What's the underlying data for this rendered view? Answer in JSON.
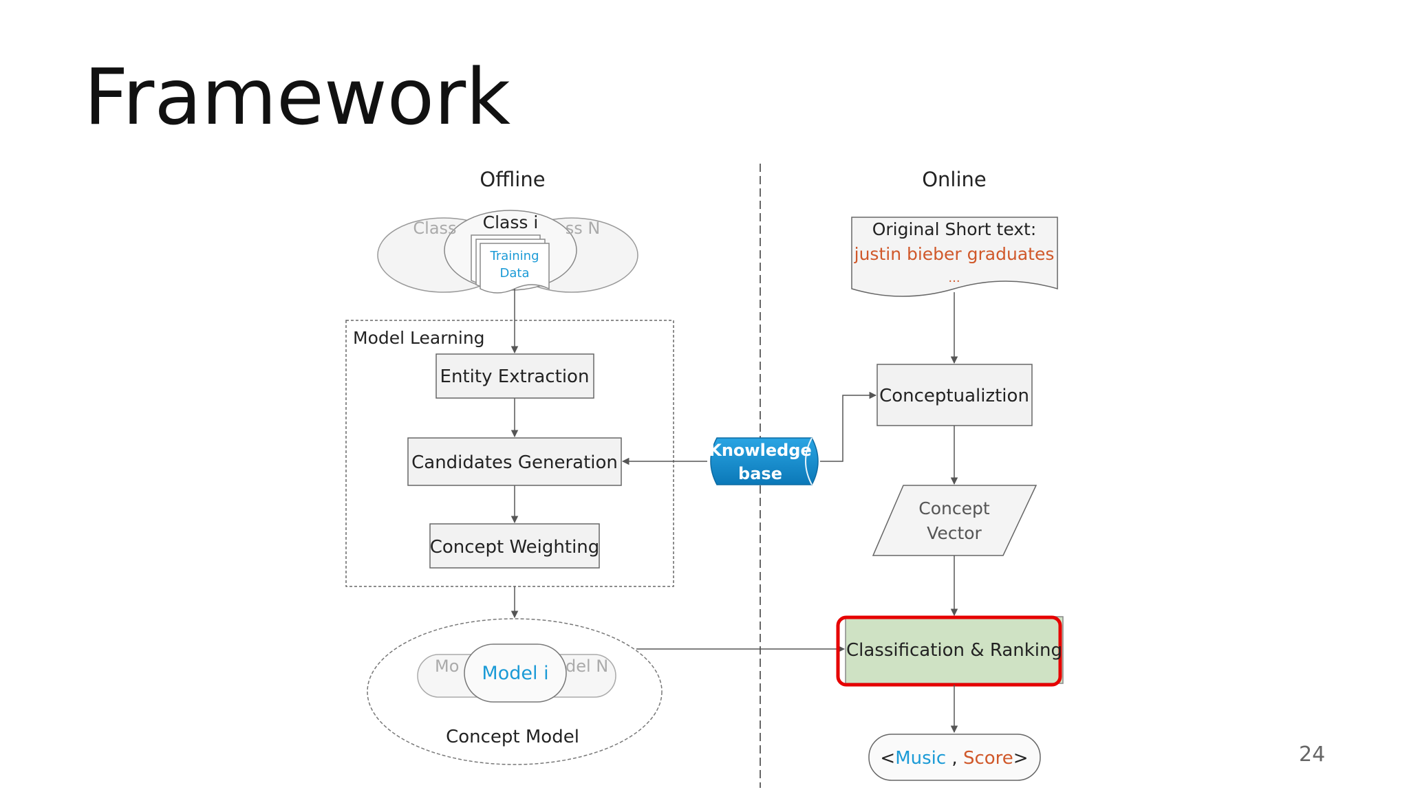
{
  "slide": {
    "title": "Framework",
    "page_number": "24"
  },
  "diagram": {
    "offline_label": "Offline",
    "online_label": "Online",
    "class_left_label": "Class",
    "class_right_label": "ss N",
    "class_i_label": "Class i",
    "training_data": [
      "Training",
      "Data"
    ],
    "model_learning_label": "Model Learning",
    "entity_extraction": "Entity Extraction",
    "candidates_generation": "Candidates Generation",
    "concept_weighting": "Concept Weighting",
    "model_left_label": "Mo",
    "model_right_label": "del N",
    "model_i_label": "Model i",
    "concept_model_label": "Concept Model",
    "knowledge_base": [
      "Knowledge",
      "base"
    ],
    "original_short_text_label": "Original Short text:",
    "short_text_example": "justin bieber graduates",
    "ellipsis": "...",
    "conceptualization": "Conceptualiztion",
    "concept_vector": [
      "Concept",
      "Vector"
    ],
    "classification_ranking": "Classification & Ranking",
    "output": {
      "open": "<",
      "music": "Music",
      "sep": " , ",
      "score": "Score",
      "close": ">"
    }
  },
  "colors": {
    "accent_blue": "#1a9ad6",
    "accent_orange": "#d0582a",
    "highlight_red": "#e60000",
    "classification_fill": "#cfe2c4",
    "knowledge_base_fill": "#1289cc"
  }
}
